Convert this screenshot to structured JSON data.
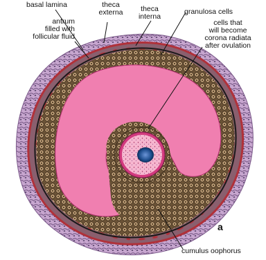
{
  "labels": {
    "basal_lamina": "basal lamina",
    "theca_externa": [
      "theca",
      "externa"
    ],
    "theca_interna": [
      "theca",
      "interna"
    ],
    "granulosa_cells": "granulosa cells",
    "antrum": [
      "antrum",
      "filled with",
      "follicular fluid"
    ],
    "corona_radiata": [
      "cells that",
      "will become",
      "corona radiata",
      "after ovulation"
    ],
    "cumulus_oophorus": "cumulus oophorus"
  },
  "panel_letter": "a",
  "colors": {
    "theca_externa": "#8f6a9a",
    "theca_interna_vessels": "#b0313a",
    "granulosa": "#6b5337",
    "granulosa_nucleus": "#4a3822",
    "antrum_fluid": "#f07fb0",
    "zona_pellucida": "#d23a7e",
    "oocyte": "#f6b6cf",
    "oocyte_nucleus": "#1f4f8f",
    "leader_line": "#111111"
  }
}
